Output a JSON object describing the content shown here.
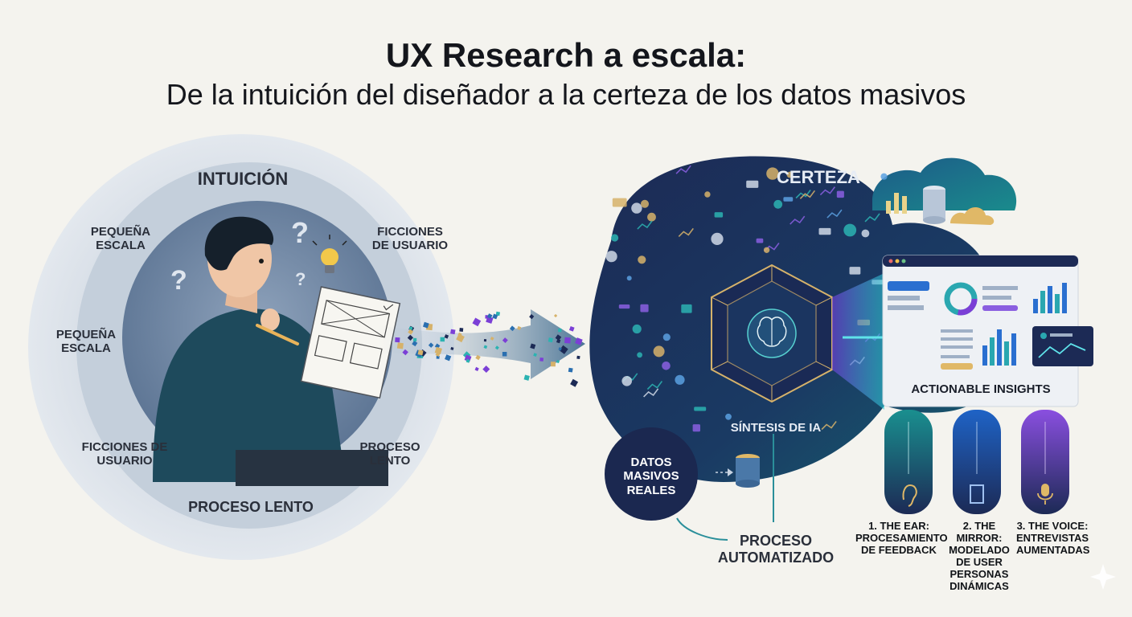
{
  "header": {
    "title": "UX Research a escala:",
    "subtitle": "De la intuición del diseñador a la certeza de los datos masivos"
  },
  "intuition": {
    "heading": "INTUICIÓN",
    "labels": {
      "top_left": "PEQUEÑA ESCALA",
      "top_right": "FICCIONES DE USUARIO",
      "mid_left": "PEQUEÑA ESCALA",
      "bottom_left": "FICCIONES DE USUARIO",
      "bottom_right": "PROCESO LENTO",
      "bottom": "PROCESO LENTO"
    }
  },
  "certainty": {
    "heading": "CERTEZA",
    "ai_label": "SÍNTESIS DE IA",
    "data_source": "DATOS MASIVOS REALES",
    "process": "PROCESO AUTOMATIZADO",
    "insights_title": "ACTIONABLE INSIGHTS"
  },
  "pillars": [
    {
      "label": "1. THE EAR: PROCESAMIENTO DE FEEDBACK",
      "icon": "ear-icon",
      "color": "#2a8f9a"
    },
    {
      "label": "2. THE MIRROR: MODELADO DE USER PERSONAS DINÁMICAS",
      "icon": "mirror-icon",
      "color": "#2c66c8"
    },
    {
      "label": "3. THE VOICE: ENTREVISTAS AUMENTADAS",
      "icon": "microphone-icon",
      "color": "#7b3fd6"
    }
  ],
  "colors": {
    "navy": "#1a2a52",
    "teal": "#2bb3b1",
    "purple": "#7b3fd6",
    "gold": "#d6b26a"
  }
}
